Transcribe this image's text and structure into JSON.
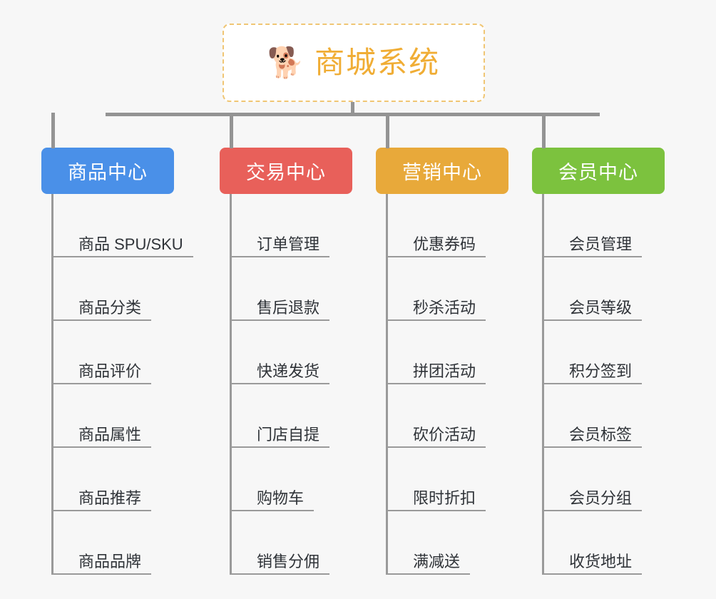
{
  "root": {
    "icon": "dog-face-icon",
    "emoji": "🐕",
    "title": "商城系统",
    "title_color": "#f0ad35",
    "border_color": "#f0c674"
  },
  "connector_color": "#949494",
  "leaf_line_color": "#9a9a9a",
  "background_color": "#f7f7f7",
  "categories": [
    {
      "label": "商品中心",
      "color": "#4a90e8",
      "items": [
        "商品 SPU/SKU",
        "商品分类",
        "商品评价",
        "商品属性",
        "商品推荐",
        "商品品牌"
      ]
    },
    {
      "label": "交易中心",
      "color": "#e8605a",
      "items": [
        "订单管理",
        "售后退款",
        "快递发货",
        "门店自提",
        "购物车",
        "销售分佣"
      ]
    },
    {
      "label": "营销中心",
      "color": "#e8a93a",
      "items": [
        "优惠券码",
        "秒杀活动",
        "拼团活动",
        "砍价活动",
        "限时折扣",
        "满减送"
      ]
    },
    {
      "label": "会员中心",
      "color": "#7cc23e",
      "items": [
        "会员管理",
        "会员等级",
        "积分签到",
        "会员标签",
        "会员分组",
        "收货地址"
      ]
    }
  ]
}
